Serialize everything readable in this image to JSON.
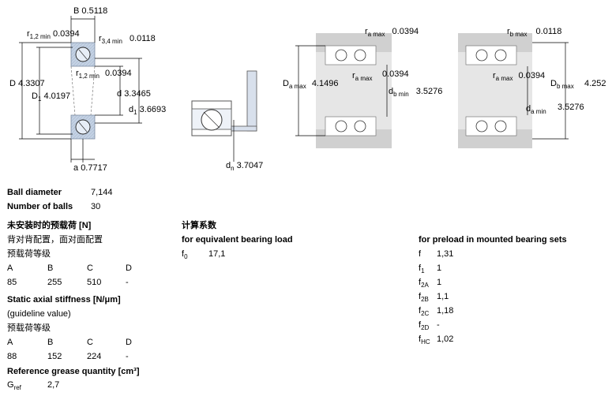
{
  "diagrams": {
    "main": {
      "B": {
        "sym": "B",
        "val": "0.5118"
      },
      "r12_top": {
        "sym": "r",
        "sub": "1,2 min",
        "val": "0.0394"
      },
      "r34": {
        "sym": "r",
        "sub": "3,4 min",
        "val": "0.0118"
      },
      "r12_mid": {
        "sym": "r",
        "sub": "1,2 min",
        "val": "0.0394"
      },
      "D": {
        "sym": "D",
        "val": "4.3307"
      },
      "D1": {
        "sym": "D",
        "sub": "1",
        "val": "4.0197"
      },
      "d": {
        "sym": "d",
        "val": "3.3465"
      },
      "d1": {
        "sym": "d",
        "sub": "1",
        "val": "3.6693"
      },
      "a": {
        "sym": "a",
        "val": "0.7717"
      }
    },
    "dn": {
      "sym": "d",
      "sub": "n",
      "val": "3.7047"
    },
    "abut1": {
      "ra_top": {
        "sym": "r",
        "sub": "a max",
        "val": "0.0394"
      },
      "Da": {
        "sym": "D",
        "sub": "a max",
        "val": "4.1496"
      },
      "ra_mid": {
        "sym": "r",
        "sub": "a max",
        "val": "0.0394"
      },
      "db": {
        "sym": "d",
        "sub": "b min",
        "val": "3.5276"
      }
    },
    "abut2": {
      "rb": {
        "sym": "r",
        "sub": "b max",
        "val": "0.0118"
      },
      "ra": {
        "sym": "r",
        "sub": "a max",
        "val": "0.0394"
      },
      "Db": {
        "sym": "D",
        "sub": "b max",
        "val": "4.252"
      },
      "da": {
        "sym": "d",
        "sub": "a min",
        "val": "3.5276"
      }
    }
  },
  "ball": {
    "diameter_label": "Ball diameter",
    "diameter_value": "7,144",
    "number_label": "Number of balls",
    "number_value": "30"
  },
  "preload": {
    "heading": "未安装时的预载荷 [N]",
    "arrangement": "背对背配置，面对面配置",
    "class_label": "预载荷等级",
    "headers": [
      "A",
      "B",
      "C",
      "D"
    ],
    "values": [
      "85",
      "255",
      "510",
      "-"
    ]
  },
  "stiffness": {
    "heading": "Static axial stiffness [N/μm]",
    "note": "(guideline value)",
    "class_label": "预载荷等级",
    "headers": [
      "A",
      "B",
      "C",
      "D"
    ],
    "values": [
      "88",
      "152",
      "224",
      "-"
    ]
  },
  "grease": {
    "heading": "Reference grease quantity [cm³]",
    "sym": "G",
    "sub": "ref",
    "value": "2,7"
  },
  "calc": {
    "heading": "计算系数",
    "subheading": "for equivalent bearing load",
    "f0_sym": "f",
    "f0_sub": "0",
    "f0_value": "17,1"
  },
  "factors": {
    "heading": "for preload in mounted bearing sets",
    "rows": [
      {
        "sym": "f",
        "sub": "",
        "value": "1,31"
      },
      {
        "sym": "f",
        "sub": "1",
        "value": "1"
      },
      {
        "sym": "f",
        "sub": "2A",
        "value": "1"
      },
      {
        "sym": "f",
        "sub": "2B",
        "value": "1,1"
      },
      {
        "sym": "f",
        "sub": "2C",
        "value": "1,18"
      },
      {
        "sym": "f",
        "sub": "2D",
        "value": "-"
      },
      {
        "sym": "f",
        "sub": "HC",
        "value": "1,02"
      }
    ]
  }
}
